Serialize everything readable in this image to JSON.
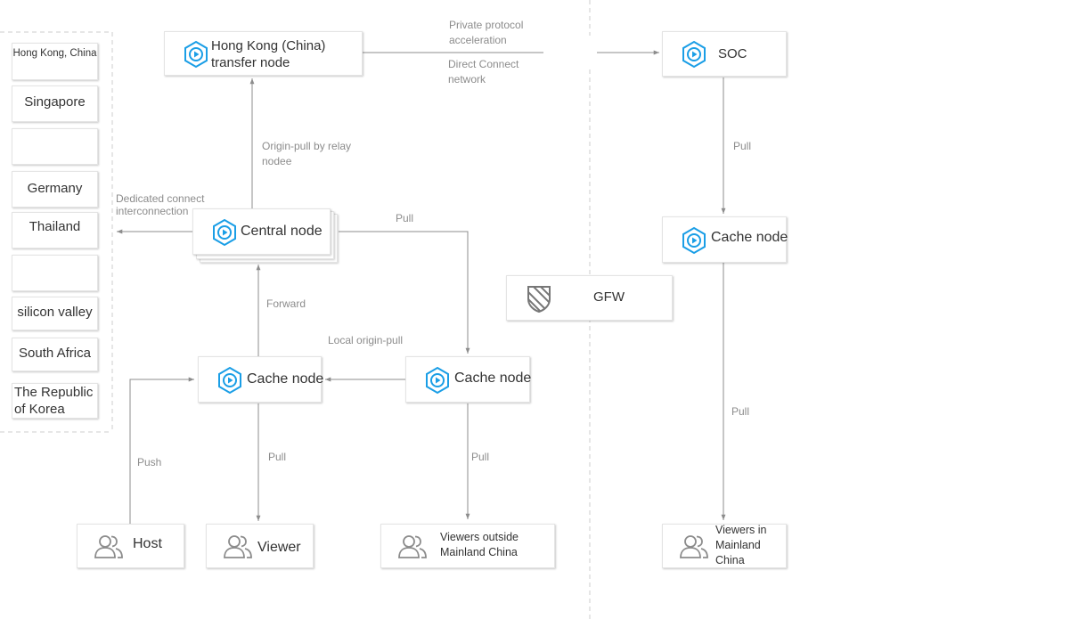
{
  "regions": [
    "Hong Kong, China",
    "Singapore",
    "",
    "Germany",
    "Thailand",
    "",
    "silicon valley",
    "South Africa",
    "The Republic of Korea"
  ],
  "nodes": {
    "hk_transfer": "Hong Kong (China) transfer node",
    "soc": "SOC",
    "central": "Central node",
    "cache_right": "Cache node",
    "cache_left": "Cache node",
    "cache_middle": "Cache node",
    "gfw": "GFW",
    "host": "Host",
    "viewer": "Viewer",
    "viewers_outside": "Viewers outside Mainland China",
    "viewers_in": "Viewers in Mainland China"
  },
  "edge_labels": {
    "private_protocol": "Private protocol acceleration",
    "direct_connect": "Direct Connect network",
    "origin_pull_relay": "Origin-pull by relay nodee",
    "dedicated_connect": "Dedicated connect interconnection",
    "pull_central": "Pull",
    "forward": "Forward",
    "local_origin_pull": "Local origin-pull",
    "push": "Push",
    "pull_viewer": "Pull",
    "pull_outside": "Pull",
    "pull_soc": "Pull",
    "pull_in": "Pull"
  },
  "colors": {
    "accent": "#1a9ee6",
    "line": "#8c8c8c",
    "dash": "#cccccc"
  },
  "icons": {
    "node": "hexagon-play-icon",
    "users": "users-icon",
    "shield": "shield-icon"
  }
}
